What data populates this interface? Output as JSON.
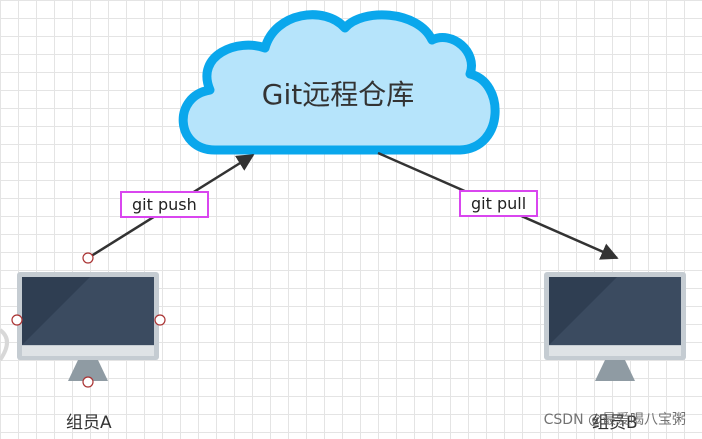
{
  "cloud": {
    "label": "Git远程仓库",
    "fill": "#b6e4fb",
    "stroke": "#0aa7ec"
  },
  "edges": [
    {
      "label": "git push",
      "from": "组员A",
      "to": "Git远程仓库"
    },
    {
      "label": "git pull",
      "from": "Git远程仓库",
      "to": "组员B"
    }
  ],
  "nodes": [
    {
      "label": "组员A",
      "icon": "monitor-icon"
    },
    {
      "label": "组员B",
      "icon": "monitor-icon"
    }
  ],
  "watermark": "CSDN @最爱喝八宝粥",
  "colors": {
    "label_border": "#d946ef",
    "screen": "#2f3e52",
    "bezel": "#c5ccd2",
    "stand": "#8f9ba3",
    "arrow": "#333333"
  }
}
